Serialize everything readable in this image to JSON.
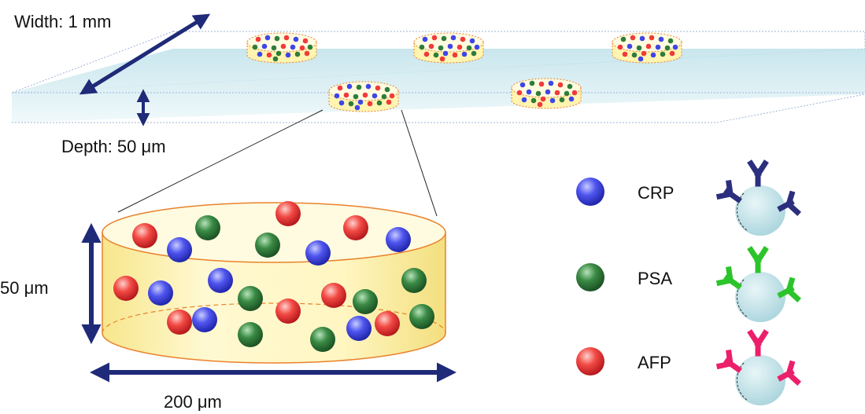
{
  "labels": {
    "width": "Width: 1 mm",
    "depth_prefix": "Depth: 50 ",
    "height_value": "50 ",
    "diameter_value": "200 ",
    "micro_unit": "μm"
  },
  "legend": [
    {
      "name": "CRP",
      "bead_color": "#3f46e8",
      "antibody_color": "#2c2f7e"
    },
    {
      "name": "PSA",
      "bead_color": "#2e7d3a",
      "antibody_color": "#2bc42b"
    },
    {
      "name": "AFP",
      "bead_color": "#ef3b3b",
      "antibody_color": "#ec1f6b"
    }
  ],
  "colors": {
    "arrow": "#1f2a78",
    "chamber_fill": "#fff6b8",
    "chamber_edge": "#e9822c",
    "channel_fill": "#cfeaf1",
    "bead_core": "#cfe9ee"
  },
  "small_chambers": [
    {
      "beads": [
        2,
        0,
        1,
        2,
        0,
        2,
        1,
        0,
        1,
        2,
        0,
        2,
        1,
        0,
        2,
        1,
        0,
        1,
        2,
        1
      ]
    },
    {
      "beads": [
        0,
        2,
        1,
        0,
        2,
        0,
        1,
        2,
        1,
        0,
        2,
        1,
        0,
        2,
        1,
        0,
        2,
        0,
        1,
        2
      ]
    },
    {
      "beads": [
        1,
        2,
        0,
        2,
        0,
        1,
        2,
        0,
        1,
        2,
        0,
        1,
        0,
        2,
        1,
        2,
        0,
        1,
        2,
        0
      ]
    },
    {
      "beads": [
        2,
        0,
        1,
        0,
        2,
        1,
        0,
        2,
        1,
        2,
        0,
        1,
        2,
        0,
        1,
        0,
        2,
        1,
        2,
        0
      ]
    },
    {
      "beads": [
        0,
        1,
        2,
        0,
        2,
        1,
        2,
        0,
        1,
        0,
        2,
        1,
        2,
        0,
        1,
        2,
        0,
        1,
        0,
        2
      ]
    }
  ]
}
